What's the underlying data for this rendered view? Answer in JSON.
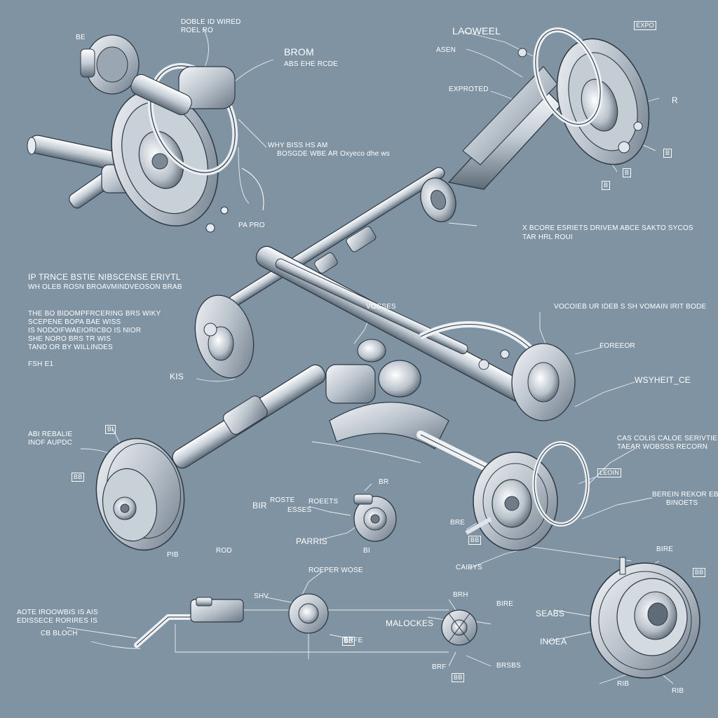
{
  "labels": {
    "tl_1": "DOBLE ID WIRED",
    "tl_2": "ROEL RO",
    "tl_3": "BE",
    "tl_4": "BROM",
    "tl_5": "ABS EHE RCDE",
    "tl_6": "WHY BISS HS AM",
    "tl_7": "BOSGDE WBE AR Oxyeco dhe ws",
    "tl_8": "PA PRO",
    "tr_1": "LAOWEEL",
    "tr_2": "ASEN",
    "tr_3": "EXPROTED",
    "tr_4": "EXPO",
    "tr_5": "R",
    "tr_6": "B",
    "tr_7": "B",
    "tr_8": "B",
    "mr_1": "X BCORE ESRIETS DRIVEM ABCE SAKTO SYCOS",
    "mr_2": "TAR HRL ROUI",
    "ml_1": "IP TRNCE BSTIE NIBSCENSE ERIYTL",
    "ml_2": "WH OLEB ROSN BROAVMINDVEOSON BRAB",
    "ml_3": "THE BO BIDOMPFRCERING BRS WIKY",
    "ml_4": "SCEPENE BOPA BAE WISS",
    "ml_5": "IS NODOIFWAEIORICBO IS NIOR",
    "ml_6": "SHE NORO BRS TR WIS",
    "ml_7": "TAND OR BY WILLINDES",
    "ml_8": "FSH E1",
    "c_1": "VOCSES",
    "c_2": "VOCOIEB UR IDEB S SH VOMAIN IRIT BODE",
    "c_3": "FOREEOR",
    "c_4": "KIS",
    "c_5": "WSYHEIT_CE",
    "c_6": "ABI REBALIE",
    "c_7": "INOF AUPDC",
    "c_8": "BI",
    "c_9": "BB",
    "r_1": "CAS COLIS CALOE SERIVTIEI",
    "r_2": "TAEAR WOBSSS RECORN",
    "r_3": "LEOIN",
    "r_4": "BEREIN REKOR EBI",
    "r_5": "BINOETS",
    "c_10": "ROSTE",
    "c_11": "ESSES",
    "c_12": "ROEETS",
    "c_13": "BIR",
    "c_14": "PARRIS",
    "c_15": "BR",
    "c_16": "ROD",
    "c_17": "PIB",
    "c_18": "BRE",
    "c_19": "BB",
    "c_20": "CAIBYS",
    "br_1": "BIRE",
    "br_2": "BB",
    "br_3": "RIB",
    "bl_1": "AOTE IROOWBIS IS AIS",
    "bl_2": "EDISSECE RORIRES IS",
    "bl_3": "CB BLOCH",
    "b_1": "ROEPER WOSE",
    "b_2": "SHV",
    "b_3": "BRH",
    "b_4": "MALOCKES",
    "b_5": "BIRE",
    "b_6": "SEABS",
    "b_7": "BRSBS",
    "b_8": "INOEA",
    "b_9": "BRF",
    "b_10": "BRFE",
    "b_11": "BB",
    "b_12": "RIB",
    "b_13": "BB",
    "b_14": "BI"
  },
  "colors": {
    "background": "#7f93a3",
    "linework": "#ffffff",
    "metal": "#d8dde3",
    "metal_dark": "#3a4652"
  }
}
